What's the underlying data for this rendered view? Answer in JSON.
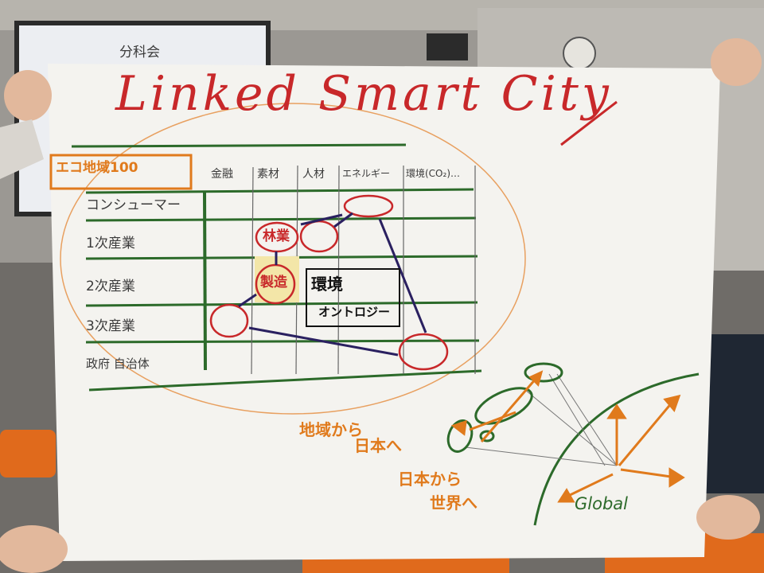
{
  "projector_screen": {
    "text": "分科会"
  },
  "board": {
    "title": "Linked Smart City",
    "eco_label": "エコ地域100",
    "columns": [
      "金融",
      "素材",
      "人材",
      "エネルギー",
      "環境(CO₂)…"
    ],
    "rows": [
      "コンシューマー",
      "1次産業",
      "2次産業",
      "3次産業",
      "政府 自治体"
    ],
    "bubbles": {
      "forestry": "林業",
      "manufacturing": "製造"
    },
    "ontology_box": {
      "line1": "環境",
      "line2": "オントロジー"
    },
    "flow_1": {
      "line1": "地域から",
      "line2": "日本へ"
    },
    "flow_2": {
      "line1": "日本から",
      "line2": "世界へ"
    },
    "global_label": "Global"
  },
  "colors": {
    "red_marker": "#c8282a",
    "green_marker": "#2c6a2a",
    "orange_marker": "#e07a1c",
    "navy_marker": "#2a2060",
    "board": "#f4f3ef"
  }
}
